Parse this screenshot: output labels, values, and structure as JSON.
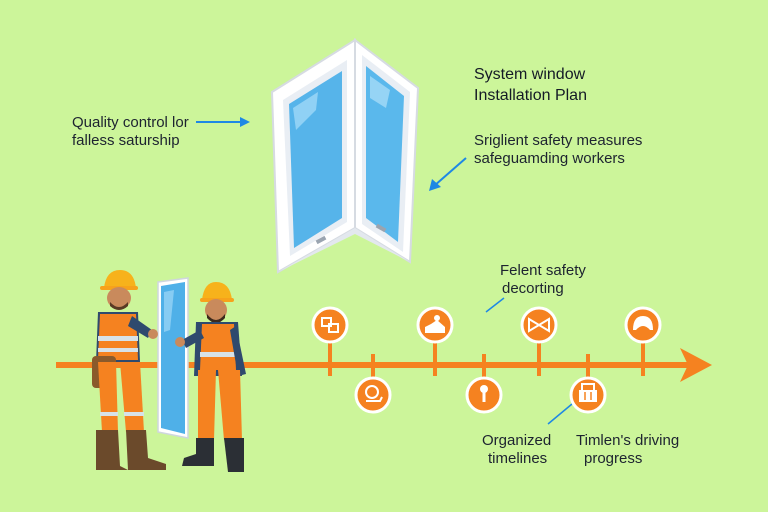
{
  "title": {
    "line1": "System window",
    "line2": "Installation Plan"
  },
  "callouts": {
    "quality": {
      "line1": "Quality control lor",
      "line2": "falless saturship"
    },
    "safety_measures": {
      "line1": "Sriglient safety measures",
      "line2": "safeguamding workers"
    },
    "felent": {
      "line1": "Felent safety",
      "line2": "decorting"
    },
    "organized": {
      "line1": "Organized",
      "line2": "timelines"
    },
    "timlen": {
      "line1": "Timlen's driving",
      "line2": "progress"
    }
  },
  "timeline": {
    "arrow_color": "#f58220",
    "milestones_above": [
      "tools-icon",
      "worker-icon",
      "valve-icon",
      "helmet-icon"
    ],
    "milestones_below": [
      "checklist-icon",
      "alert-icon",
      "crane-icon"
    ]
  },
  "colors": {
    "background": "#ccf59a",
    "accent_orange": "#f58220",
    "callout_arrow_blue": "#1e88e5",
    "glass_blue": "#4fb0e8"
  }
}
